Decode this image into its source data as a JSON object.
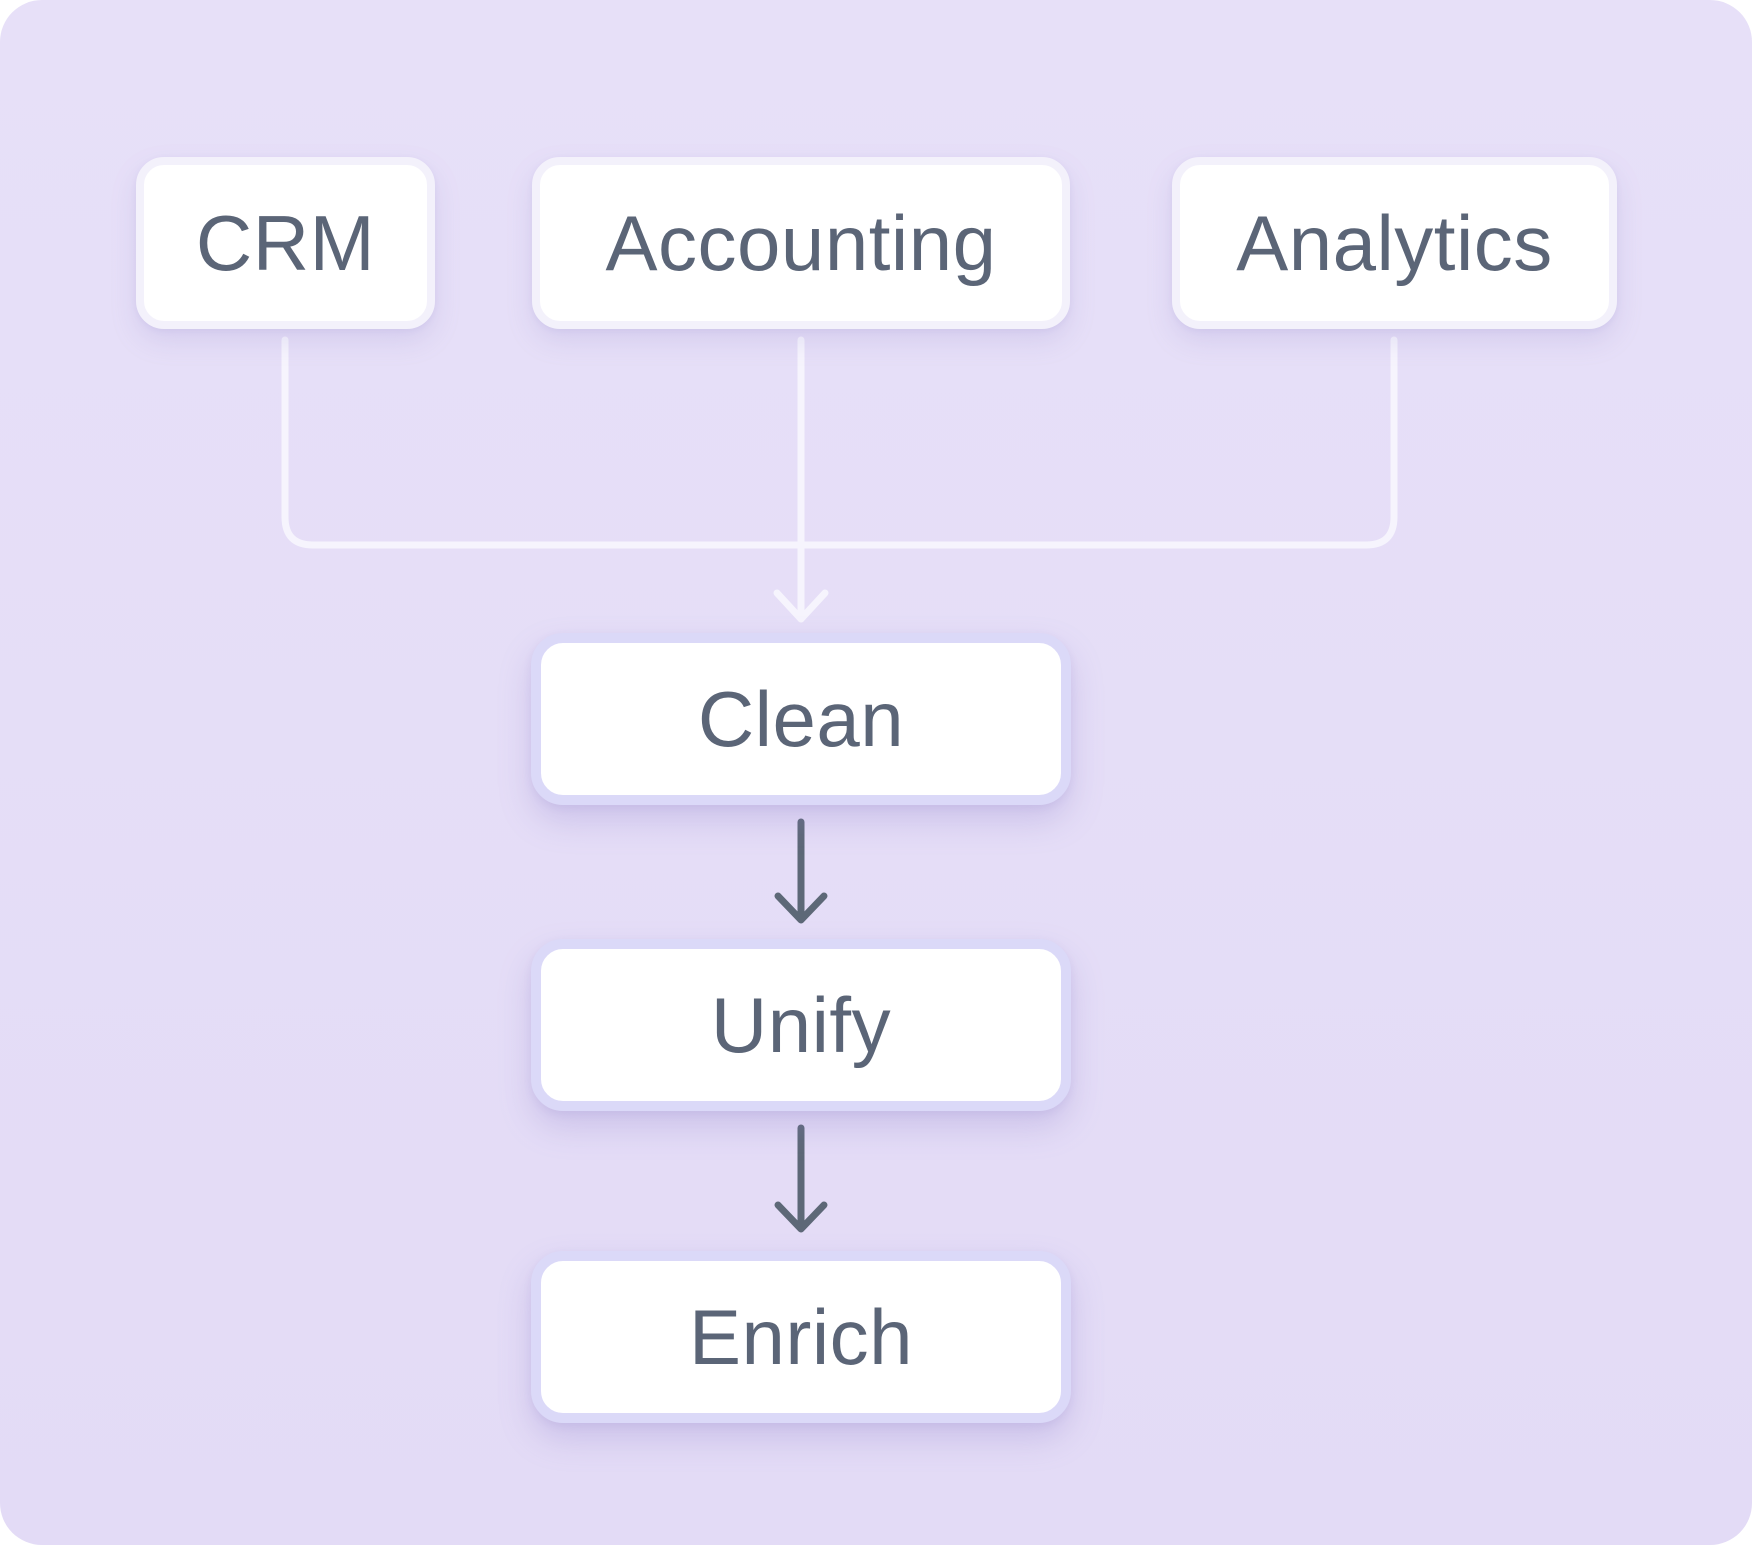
{
  "diagram": {
    "sources": [
      {
        "label": "CRM"
      },
      {
        "label": "Accounting"
      },
      {
        "label": "Analytics"
      }
    ],
    "pipeline": [
      {
        "label": "Clean"
      },
      {
        "label": "Unify"
      },
      {
        "label": "Enrich"
      }
    ]
  },
  "colors": {
    "bg-top": "#e7e0f8",
    "bg-bottom": "#e3dbf6",
    "box-bg": "#ffffff",
    "ring-source": "#f3f1fb",
    "ring-pipeline": "#dbd9f8",
    "label": "#5b6577",
    "tree-line": "#f6f4fd",
    "arrow": "#5d6877"
  }
}
